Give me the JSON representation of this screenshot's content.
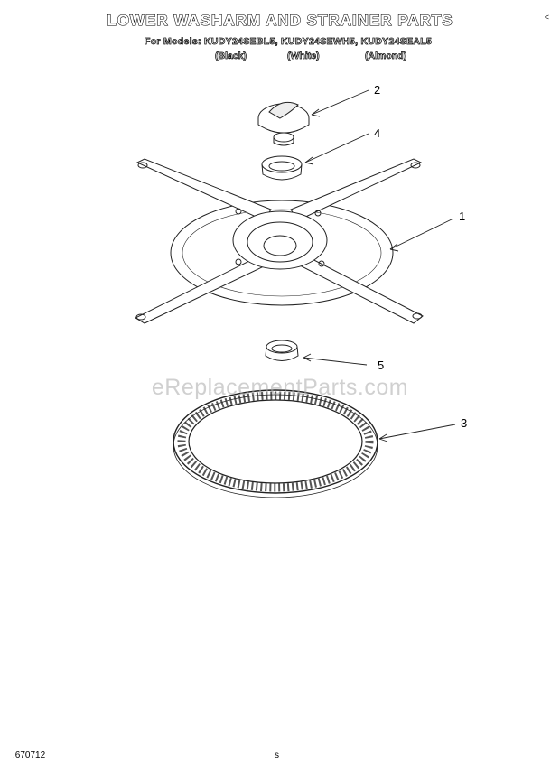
{
  "title": "LOWER WASHARM AND STRAINER PARTS",
  "models": {
    "line": "For Models: KUDY24SEBL5, KUDY24SEWH5, KUDY24SEAL5",
    "colors": [
      "(Black)",
      "(White)",
      "(Almond)"
    ]
  },
  "corner_mark": "<",
  "callouts": [
    "2",
    "4",
    "1",
    "5",
    "3"
  ],
  "watermark": "eReplacementParts.com",
  "footer": {
    "code": ",670712",
    "page": "s"
  }
}
